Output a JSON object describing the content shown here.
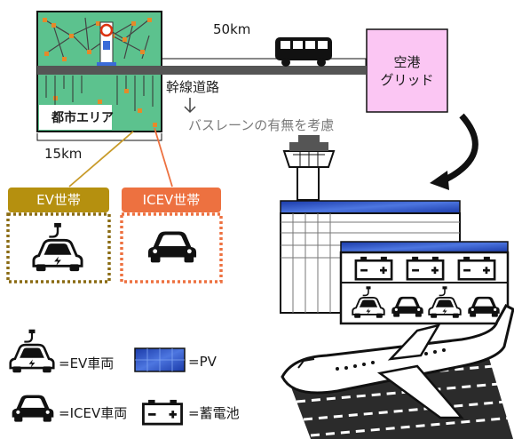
{
  "distance_trunk": "50km",
  "distance_city": "15km",
  "city_area_label": "都市エリア",
  "trunk_road_label": "幹線道路",
  "bus_lane_note": "バスレーンの有無を考慮",
  "airport_grid_label_line1": "空港",
  "airport_grid_label_line2": "グリッド",
  "ev_household_label": "EV世帯",
  "icev_household_label": "ICEV世帯",
  "legend": {
    "ev_vehicle": "=EV車両",
    "pv": "=PV",
    "icev_vehicle": "=ICEV車両",
    "battery": "=蓄電池"
  },
  "colors": {
    "city_green": "#5cc28e",
    "ev_gold": "#b5900f",
    "icev_orange": "#ed7140",
    "grid_pink": "#fbc6f3",
    "pv_blue": "#2346b8"
  }
}
